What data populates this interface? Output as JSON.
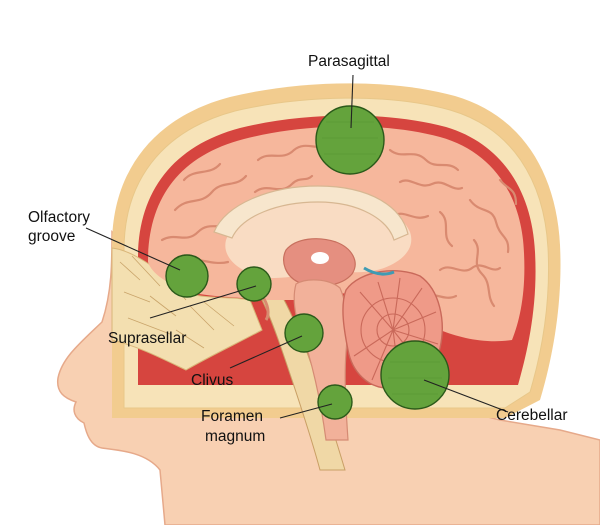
{
  "labels": {
    "parasagittal": "Parasagittal",
    "olfactory_line1": "Olfactory",
    "olfactory_line2": "groove",
    "suprasellar": "Suprasellar",
    "clivus": "Clivus",
    "foramen_line1": "Foramen",
    "foramen_line2": "magnum",
    "cerebellar": "Cerebellar"
  },
  "colors": {
    "tumor_fill": "#64a33c",
    "tumor_stroke": "#2b5a1a",
    "scalp": "#f2cc8f",
    "skull": "#f7e3b8",
    "dura": "#d6453f",
    "brain": "#f6b79c",
    "brain_gyri": "#d98a70",
    "white_matter": "#f9dcc3",
    "corpus_callosum": "#f7e6cd",
    "cerebellum": "#ef9a88",
    "skin": "#f8d0b2"
  }
}
